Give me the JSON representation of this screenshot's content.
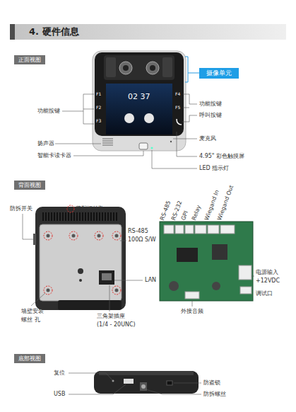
{
  "diagram": {
    "nodes": [
      {
        "text": [
          "4. 硬件信息"
        ]
      },
      {
        "text": [
          "正面视图"
        ]
      },
      {
        "text": [
          "摄像单元"
        ]
      },
      {
        "text": [
          "背面视图"
        ]
      },
      {
        "text": [
          "底部视图"
        ]
      }
    ],
    "labels": [
      "F1",
      "F2",
      "F3",
      "F4",
      "F5",
      "02 37",
      "功能按键",
      "功能按键",
      "呼叫按键",
      "扬声器",
      "麦克风",
      "智能卡读卡器",
      "4.95\" 彩色触摸屏",
      "LED 指示灯",
      "防拆开关",
      "装配螺丝孔",
      "RS-485",
      "100Ω S/W",
      "LAN",
      "墙壁安装",
      "螺丝 孔",
      "三角架插座",
      "(1/4 - 20UNC)",
      "RS-485",
      "RS-232",
      "GPI",
      "Relay",
      "Wiegand In",
      "Wiegand Out",
      "电源输入",
      "+12VDC",
      "调试口",
      "外接音频",
      "复位",
      "USB",
      "防盗锁",
      "防拆螺丝"
    ]
  }
}
